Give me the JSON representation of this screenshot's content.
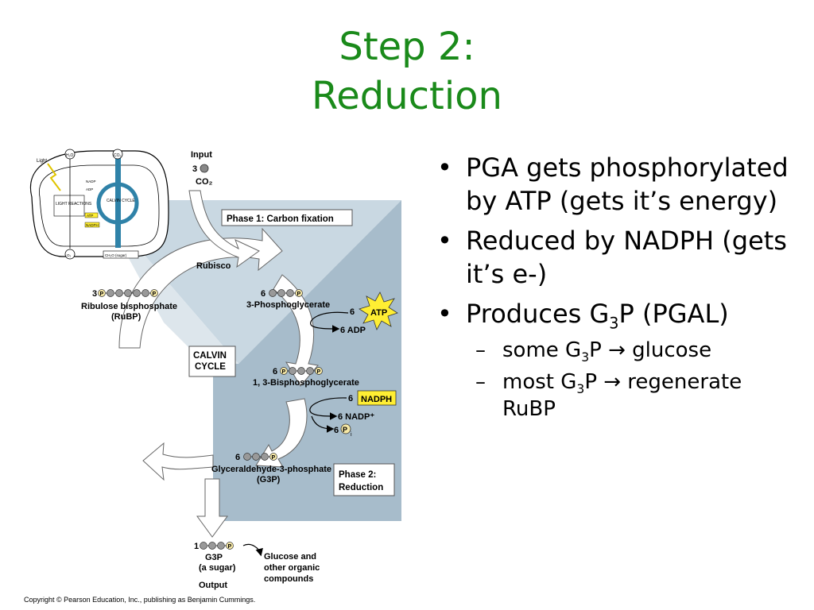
{
  "slide": {
    "title_line1": "Step 2:",
    "title_line2": "Reduction"
  },
  "bullets": [
    {
      "level": 1,
      "parts": [
        "PGA gets phosphorylated by ATP (gets it’s energy)"
      ]
    },
    {
      "level": 1,
      "parts": [
        "Reduced by NADPH (gets it’s e-)"
      ]
    },
    {
      "level": 1,
      "parts": [
        "Produces G",
        "3",
        "P (PGAL)"
      ]
    },
    {
      "level": 2,
      "parts": [
        "some G",
        "3",
        "P → glucose"
      ]
    },
    {
      "level": 2,
      "parts": [
        "most G",
        "3",
        "P → regenerate RuBP"
      ]
    }
  ],
  "diagram": {
    "chloroplast": {
      "light": "Light",
      "h2o": "H₂O",
      "co2": "CO₂",
      "nadp": "NADP",
      "adp": "ADP",
      "light_reactions": "LIGHT REACTIONS",
      "calvin_cycle": "CALVIN CYCLE",
      "atp": "ATP",
      "nadph": "NADPH",
      "o2": "O₂",
      "sugar": "CH₂O (sugar)"
    },
    "input_label": "Input",
    "input_count": "3",
    "input_co2": "CO₂",
    "phase1": "Phase 1: Carbon fixation",
    "rubisco": "Rubisco",
    "rubp_count": "3",
    "rubp_name": "Ribulose bisphosphate",
    "rubp_abbr": "(RuBP)",
    "pga_count": "6",
    "pga_name": "3-Phosphoglycerate",
    "atp_count": "6",
    "atp": "ATP",
    "adp": "6 ADP",
    "calvin_cycle_line1": "CALVIN",
    "calvin_cycle_line2": "CYCLE",
    "bpg_count": "6",
    "bpg_name": "1, 3-Bisphosphoglycerate",
    "nadph_count": "6",
    "nadph": "NADPH",
    "nadp": "6 NADP⁺",
    "pi": "6",
    "g3p_count": "6",
    "g3p_name": "Glyceraldehyde-3-phosphate",
    "g3p_abbr": "(G3P)",
    "phase2_line1": "Phase 2:",
    "phase2_line2": "Reduction",
    "out_count": "1",
    "out_g3p": "G3P",
    "out_sugar": "(a sugar)",
    "output_label": "Output",
    "glucose_line1": "Glucose and",
    "glucose_line2": "other organic",
    "glucose_line3": "compounds",
    "p_symbol": "P",
    "pi_symbol": "i"
  },
  "copyright": "Copyright © Pearson Education, Inc., publishing as Benjamin Cummings.",
  "colors": {
    "title": "#1a8a1a",
    "phase1_bg": "#c9d8e2",
    "phase2_bg": "#a7bccb",
    "cycle_blue": "#2f82a8",
    "atp_yellow": "#ffee33",
    "phosphate": "#f7e9a6"
  }
}
